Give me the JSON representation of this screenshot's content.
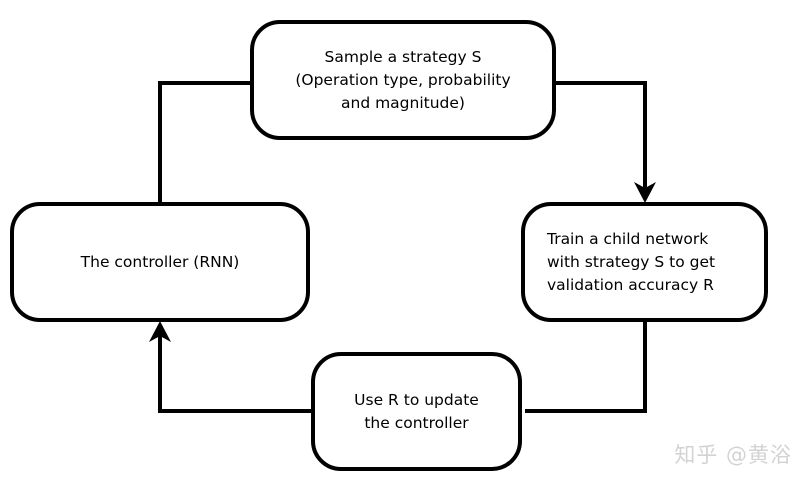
{
  "colors": {
    "line": "#000000",
    "background": "#ffffff",
    "watermark": "#d3d3d3"
  },
  "diagram": {
    "description": "Cyclic flow diagram of an RNN controller sampling augmentation strategies",
    "nodes": {
      "sample_strategy": {
        "text": "Sample a strategy S\n(Operation type, probability\nand magnitude)"
      },
      "train_child": {
        "text": "Train a child network\nwith strategy S to get\nvalidation accuracy R"
      },
      "update_controller": {
        "text": "Use R to update\nthe controller"
      },
      "controller": {
        "text": "The controller (RNN)"
      }
    },
    "edges": [
      {
        "from": "controller",
        "to": "sample_strategy",
        "arrowhead": false
      },
      {
        "from": "sample_strategy",
        "to": "train_child",
        "arrowhead": true
      },
      {
        "from": "train_child",
        "to": "update_controller",
        "arrowhead": false
      },
      {
        "from": "update_controller",
        "to": "controller",
        "arrowhead": true
      }
    ]
  },
  "watermark": {
    "text": "知乎 @黄浴"
  }
}
